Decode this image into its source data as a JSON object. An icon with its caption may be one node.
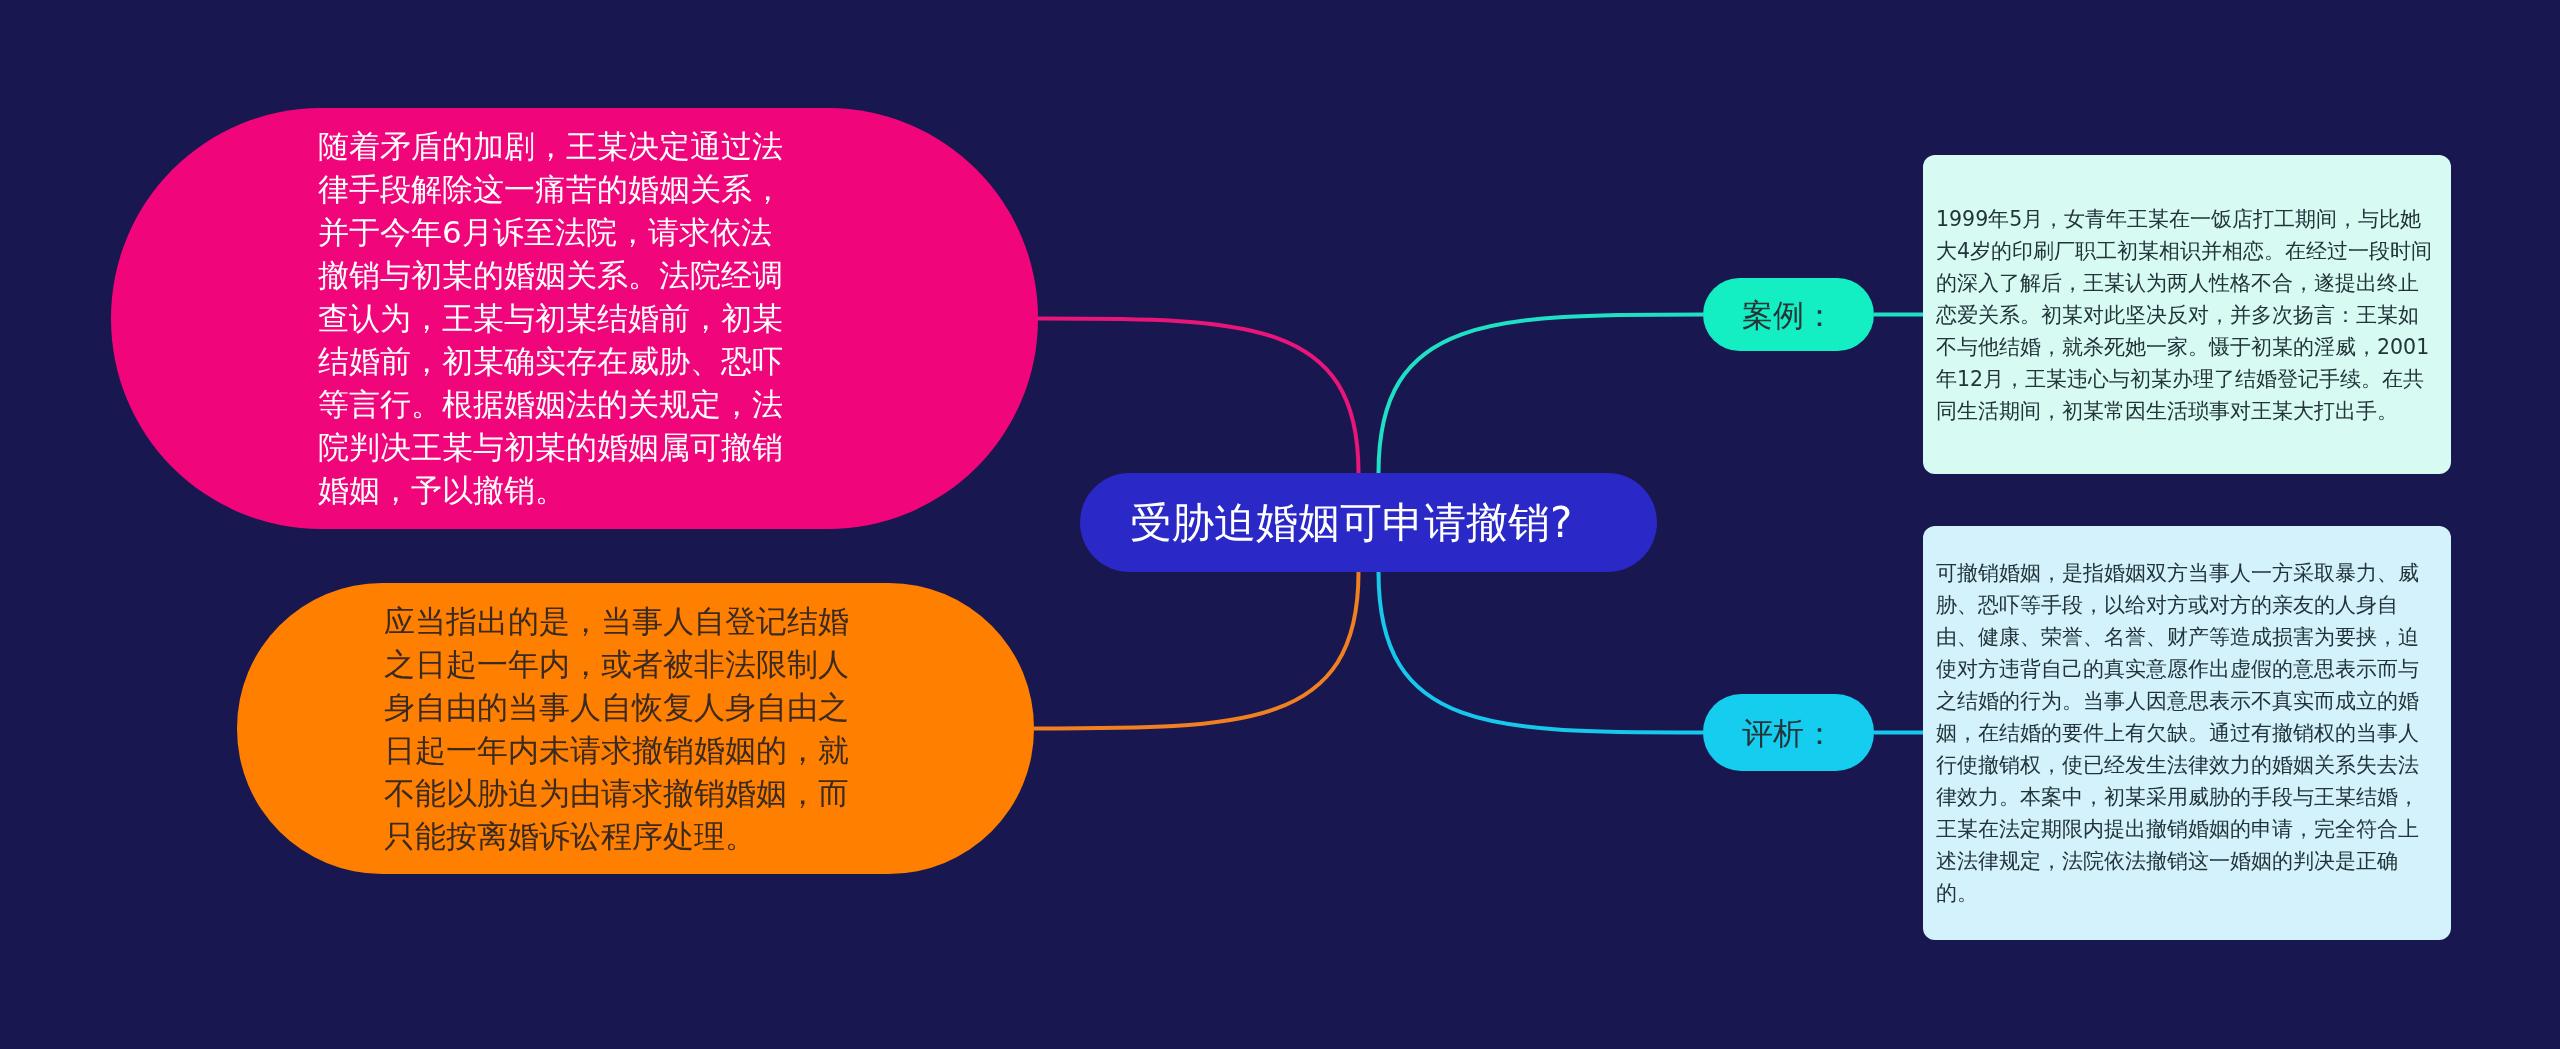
{
  "diagram": {
    "nodes": [
      {
        "text": [
          "受胁迫婚姻可申请撤销?"
        ]
      },
      {
        "text": [
          "随着矛盾的加剧，王某决定通过法律手段解除这一痛苦的婚姻关系，并于今年6月诉至法院，请求依法撤销与初某的婚姻关系。法院经调查认为，王某与初某结婚前，初某结婚前，初某确实存在威胁、恐吓等言行。根据婚姻法的关规定，法院判决王某与初某的婚姻属可撤销婚姻，予以撤销。"
        ]
      },
      {
        "text": [
          "应当指出的是，当事人自登记结婚之日起一年内，或者被非法限制人身自由的当事人自恢复人身自由之日起一年内未请求撤销婚姻的，就不能以胁迫为由请求撤销婚姻，而只能按离婚诉讼程序处理。"
        ]
      },
      {
        "text": [
          "案例："
        ]
      },
      {
        "text": [
          "1999年5月，女青年王某在一饭店打工期间，与比她大4岁的印刷厂职工初某相识并相恋。在经过一段时间的深入了解后，王某认为两人性格不合，遂提出终止恋爱关系。初某对此坚决反对，并多次扬言：王某如不与他结婚，就杀死她一家。慑于初某的淫威，2001年12月，王某违心与初某办理了结婚登记手续。在共同生活期间，初某常因生活琐事对王某大打出手。"
        ]
      },
      {
        "text": [
          "评析："
        ]
      },
      {
        "text": [
          "可撤销婚姻，是指婚姻双方当事人一方采取暴力、威胁、恐吓等手段，以给对方或对方的亲友的人身自由、健康、荣誉、名誉、财产等造成损害为要挟，迫使对方违背自己的真实意愿作出虚假的意思表示而与之结婚的行为。当事人因意思表示不真实而成立的婚姻，在结婚的要件上有欠缺。通过有撤销权的当事人行使撤销权，使已经发生法律效力的婚姻关系失去法律效力。本案中，初某采用威胁的手段与王某结婚，王某在法定期限内提出撤销婚姻的申请，完全符合上述法律规定，法院依法撤销这一婚姻的判决是正确的。"
        ]
      }
    ],
    "edges": [
      {
        "from": 0,
        "to": 1,
        "arrow": "none",
        "color": "#e8157a"
      },
      {
        "from": 0,
        "to": 2,
        "arrow": "none",
        "color": "#f08020"
      },
      {
        "from": 0,
        "to": 3,
        "arrow": "none",
        "color": "#1fe0c4"
      },
      {
        "from": 3,
        "to": 4,
        "arrow": "none",
        "color": "#1fe0c4"
      },
      {
        "from": 0,
        "to": 5,
        "arrow": "none",
        "color": "#15c8ec"
      },
      {
        "from": 5,
        "to": 6,
        "arrow": "none",
        "color": "#15c8ec"
      }
    ]
  }
}
